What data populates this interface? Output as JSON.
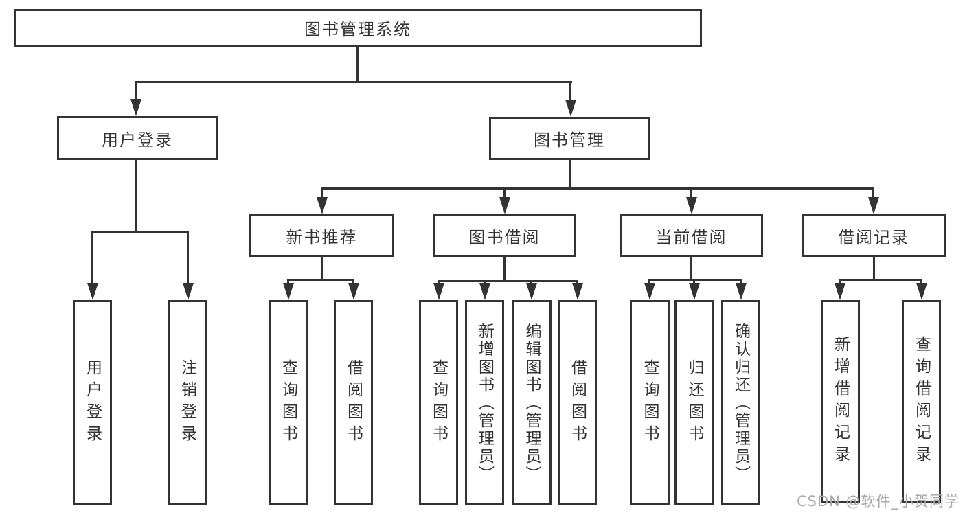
{
  "diagram": {
    "watermark": "CSDN @软件_小贺同学",
    "colors": {
      "line": "#333333",
      "box_border": "#333333",
      "text": "#333333",
      "watermark_text": "#a9a9a9",
      "background": "#ffffff"
    },
    "root": {
      "label": "图书管理系统"
    },
    "branches": [
      {
        "label": "用户登录",
        "children": [
          {
            "label": "用户登录"
          },
          {
            "label": "注销登录"
          }
        ]
      },
      {
        "label": "图书管理",
        "children": [
          {
            "label": "新书推荐",
            "children": [
              {
                "label": "查询图书"
              },
              {
                "label": "借阅图书"
              }
            ]
          },
          {
            "label": "图书借阅",
            "children": [
              {
                "label": "查询图书"
              },
              {
                "label": "新增图书（管理员）"
              },
              {
                "label": "编辑图书（管理员）"
              },
              {
                "label": "借阅图书"
              }
            ]
          },
          {
            "label": "当前借阅",
            "children": [
              {
                "label": "查询图书"
              },
              {
                "label": "归还图书"
              },
              {
                "label": "确认归还（管理员）"
              }
            ]
          },
          {
            "label": "借阅记录",
            "children": [
              {
                "label": "新增借阅记录"
              },
              {
                "label": "查询借阅记录"
              }
            ]
          }
        ]
      }
    ]
  }
}
